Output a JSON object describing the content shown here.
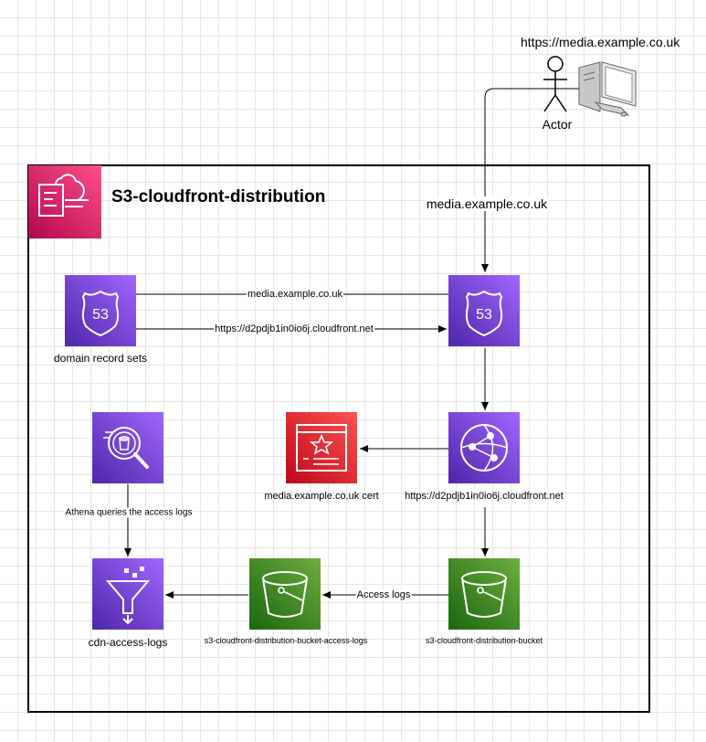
{
  "user": {
    "url_label": "https://media.example.co.uk",
    "actor_label": "Actor"
  },
  "group": {
    "title": "S3-cloudfront-distribution"
  },
  "edges": {
    "incoming_label": "media.example.co.uk",
    "record_alias_label": "media.example.co.uk",
    "record_target_label": "https://d2pdjb1in0io6j.cloudfront.net",
    "athena_label": "Athena queries the access logs",
    "access_logs_label": "Access logs"
  },
  "nodes": {
    "route53_left": {
      "label": "domain record sets",
      "text": "53",
      "color": "#8c4fff"
    },
    "route53_right": {
      "text": "53",
      "color": "#8c4fff"
    },
    "athena": {
      "color": "#8c4fff"
    },
    "certificate": {
      "label": "media.example.co.uk cert",
      "color": "#dd344c"
    },
    "cloudfront": {
      "label": "https://d2pdjb1in0io6j.cloudfront.net",
      "color": "#8c4fff"
    },
    "glue": {
      "label": "cdn-access-logs",
      "color": "#8c4fff"
    },
    "bucket_logs": {
      "label": "s3-cloudfront-distribution-bucket-access-logs",
      "color": "#3f8624"
    },
    "bucket_main": {
      "label": "s3-cloudfront-distribution-bucket",
      "color": "#3f8624"
    }
  },
  "icons": [
    "user-icon",
    "desktop-computer-icon",
    "cloudformation-stack-icon",
    "route53-icon",
    "athena-icon",
    "certificate-manager-icon",
    "cloudfront-icon",
    "glue-icon",
    "s3-bucket-icon"
  ]
}
